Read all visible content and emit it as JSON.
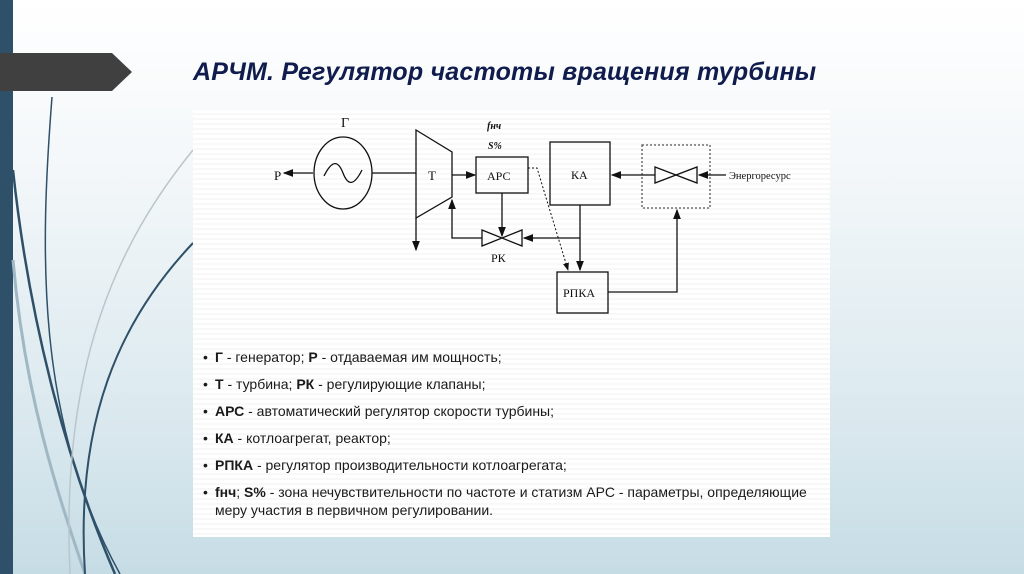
{
  "slide": {
    "title": "АРЧМ. Регулятор частоты вращения турбины"
  },
  "diagram": {
    "generator_label": "Г",
    "power_label": "Р",
    "turbine_label": "Т",
    "deadband_label": "fнч",
    "droop_label": "S%",
    "speed_regulator_label": "АРС",
    "control_valves_label": "РК",
    "boiler_label": "КА",
    "boiler_regulator_label": "РПКА",
    "energy_resource_label": "Энергоресурс"
  },
  "bullets": [
    {
      "terms": [
        {
          "b": "Г",
          "t": " - генератор; "
        },
        {
          "b": "Р",
          "t": " - отдаваемая им мощность;"
        }
      ]
    },
    {
      "terms": [
        {
          "b": "Т",
          "t": " - турбина; "
        },
        {
          "b": "РК",
          "t": " - регулирующие клапаны;"
        }
      ]
    },
    {
      "terms": [
        {
          "b": "АРС",
          "t": " - автоматический регулятор скорости турбины;"
        }
      ]
    },
    {
      "terms": [
        {
          "b": "КА",
          "t": " - котлоагрегат, реактор;"
        }
      ]
    },
    {
      "terms": [
        {
          "b": "РПКА",
          "t": " - регулятор производительности котлоагрегата;"
        }
      ]
    },
    {
      "terms": [
        {
          "b": "fнч",
          "t": "; "
        },
        {
          "b": "S%",
          "t": " - зона нечувствительности по частоте и статизм АРС - параметры, определяющие меру участия в первичном регулировании."
        }
      ]
    }
  ],
  "colors": {
    "accent_bar": "#2e5068",
    "title": "#0f1c4d",
    "arrow_banner": "#404040"
  }
}
